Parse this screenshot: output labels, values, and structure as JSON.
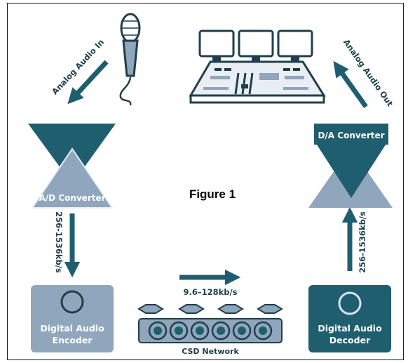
{
  "figure_caption": "Figure 1",
  "labels": {
    "analog_in": "Analog Audio In",
    "analog_out": "Analog Audio Out",
    "ad_converter": "A/D Converter",
    "da_converter": "D/A Converter",
    "rate_left": "256-1536kb/s",
    "rate_right": "256-1536kb/s",
    "rate_network": "9.6–128kb/s",
    "encoder_line1": "Digital Audio",
    "encoder_line2": "Encoder",
    "decoder_line1": "Digital Audio",
    "decoder_line2": "Decoder",
    "network": "CSD Network"
  },
  "colors": {
    "dark_teal": "#1f5e6e",
    "light_slate": "#8fa6bd",
    "pale": "#e9eef4",
    "outline": "#1f3f4c"
  },
  "icons": [
    "microphone-icon",
    "mixing-console-icon"
  ]
}
